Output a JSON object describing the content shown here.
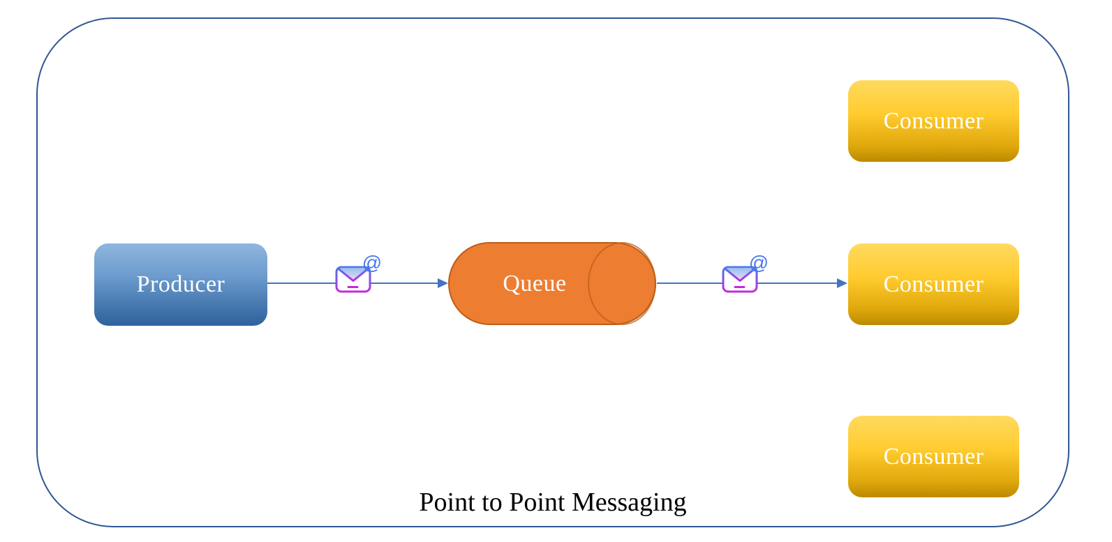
{
  "diagram": {
    "title": "Point to Point Messaging",
    "nodes": {
      "producer": {
        "label": "Producer"
      },
      "queue": {
        "label": "Queue"
      },
      "consumers": [
        {
          "label": "Consumer"
        },
        {
          "label": "Consumer"
        },
        {
          "label": "Consumer"
        }
      ]
    },
    "icons": {
      "message_icon": "envelope-at-icon",
      "at_symbol": "@"
    },
    "colors": {
      "outer_border": "#2F5693",
      "arrow": "#4472C4",
      "producer_top": "#8FB6DF",
      "producer_bottom": "#2E629B",
      "queue_fill": "#ED7D31",
      "queue_border": "#BE5D17",
      "consumer_top": "#FFDA60",
      "consumer_bottom": "#BC8A00",
      "envelope_blue": "#4878EC",
      "envelope_purple": "#C32BD9",
      "node_text": "#FFFFFF",
      "title_text": "#000000"
    }
  }
}
